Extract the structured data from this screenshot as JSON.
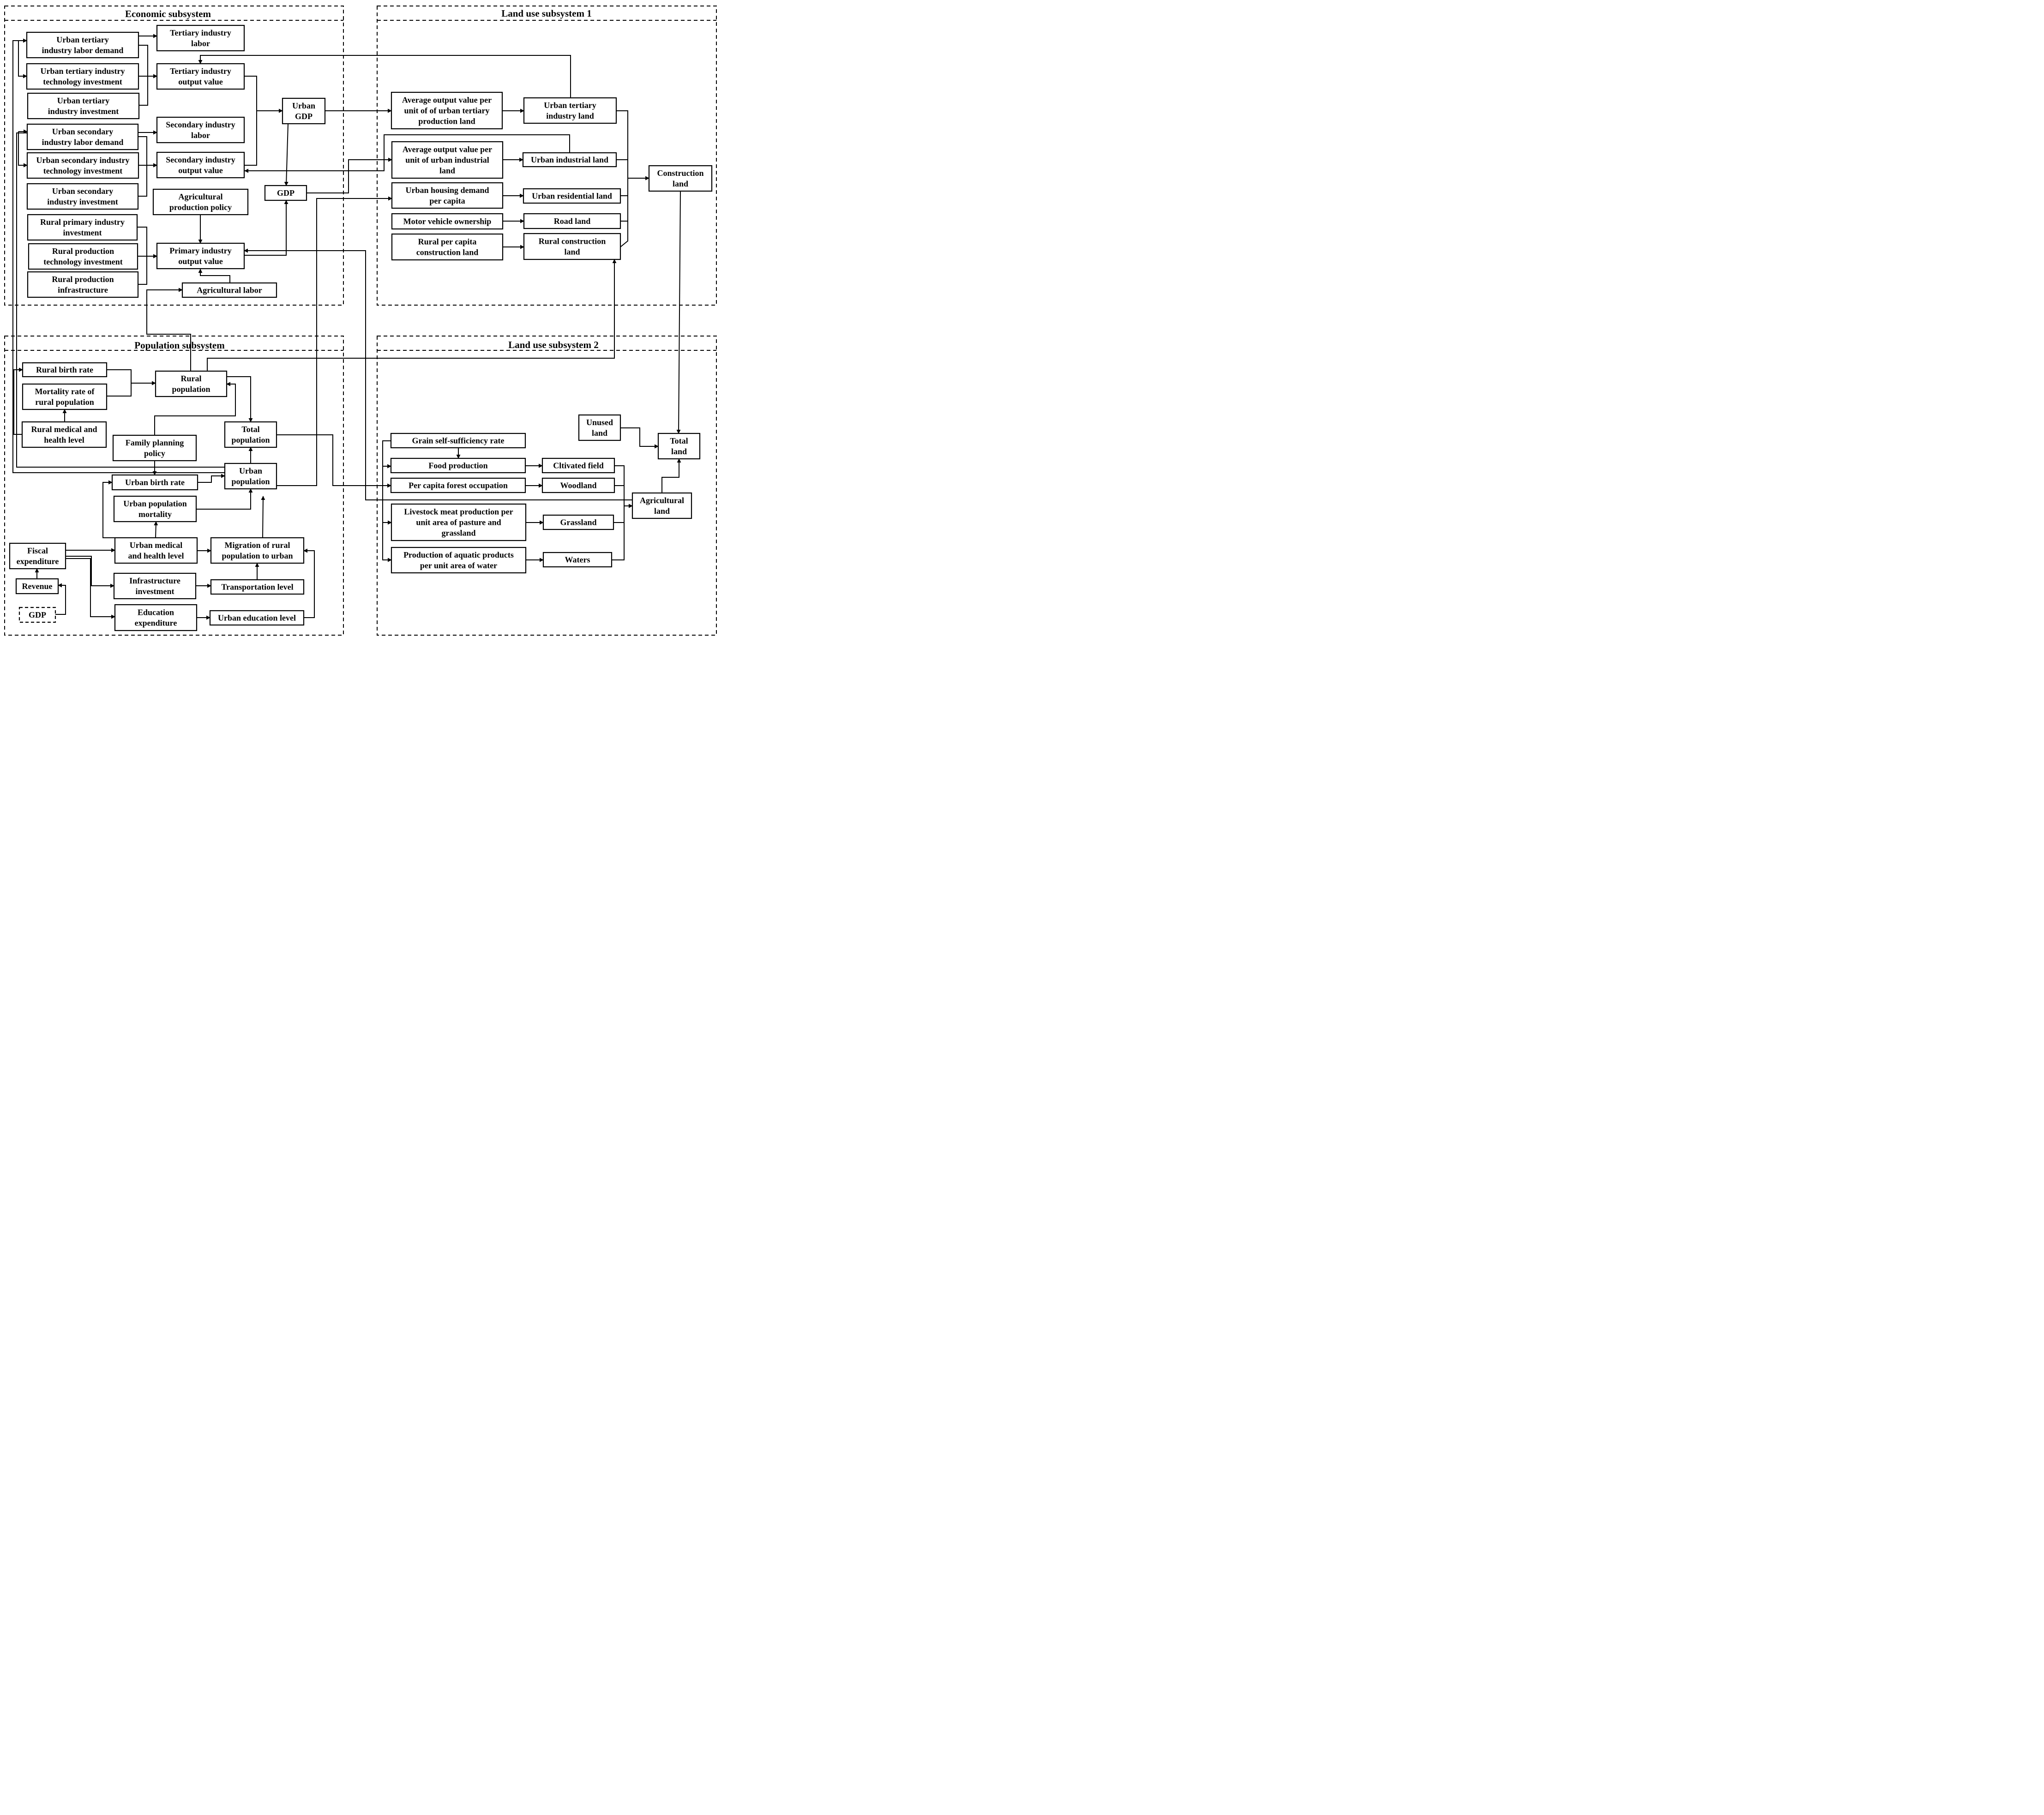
{
  "subsystems": {
    "economic": "Economic subsystem",
    "land1": "Land use subsystem 1",
    "population": "Population subsystem",
    "land2": "Land use subsystem 2"
  },
  "nodes": {
    "ut_labor_demand": [
      "Urban tertiary",
      "industry labor demand"
    ],
    "ut_tech": [
      "Urban tertiary industry",
      "technology investment"
    ],
    "ut_invest": [
      "Urban tertiary",
      "industry investment"
    ],
    "us_labor_demand": [
      "Urban secondary",
      "industry labor demand"
    ],
    "us_tech": [
      "Urban secondary industry",
      "technology investment"
    ],
    "us_invest": [
      "Urban secondary",
      "industry investment"
    ],
    "rp_invest": [
      "Rural primary industry",
      "investment"
    ],
    "r_prod_tech": [
      "Rural production",
      "technology investment"
    ],
    "r_prod_infra": [
      "Rural production",
      "infrastructure"
    ],
    "tert_labor": [
      "Tertiary industry",
      "labor"
    ],
    "tert_output": [
      "Tertiary industry",
      "output value"
    ],
    "sec_labor": [
      "Secondary industry",
      "labor"
    ],
    "sec_output": [
      "Secondary industry",
      "output value"
    ],
    "agri_policy": [
      "Agricultural",
      "production policy"
    ],
    "prim_output": [
      "Primary industry",
      "output value"
    ],
    "agri_labor": [
      "Agricultural labor"
    ],
    "urban_gdp": [
      "Urban",
      "GDP"
    ],
    "gdp": [
      "GDP"
    ],
    "avg_tert": [
      "Average output value  per",
      "unit of of urban tertiary",
      "production land"
    ],
    "avg_ind": [
      "Average output value per",
      "unit of urban industrial",
      "land"
    ],
    "housing": [
      "Urban housing demand",
      "per capita"
    ],
    "motor": [
      "Motor vehicle ownership"
    ],
    "rural_pc_cons": [
      "Rural per capita",
      "construction land"
    ],
    "ut_land": [
      "Urban tertiary",
      "industry land"
    ],
    "ind_land": [
      "Urban industrial land"
    ],
    "res_land": [
      "Urban residential land"
    ],
    "road_land": [
      "Road land"
    ],
    "rural_cons_land": [
      "Rural construction",
      "land"
    ],
    "cons_land": [
      "Construction",
      "land"
    ],
    "rural_birth": [
      "Rural birth rate"
    ],
    "rural_mort": [
      "Mortality rate of",
      "rural population"
    ],
    "rural_med": [
      "Rural medical and",
      "health level"
    ],
    "rural_pop": [
      "Rural",
      "population"
    ],
    "family_plan": [
      "Family planning",
      "policy"
    ],
    "total_pop": [
      "Total",
      "population"
    ],
    "urban_pop": [
      "Urban",
      "population"
    ],
    "urban_birth": [
      "Urban birth rate"
    ],
    "urban_mort": [
      "Urban population",
      "mortality"
    ],
    "urban_med": [
      "Urban medical",
      "and health level"
    ],
    "migration": [
      "Migration of rural",
      "population to urban"
    ],
    "fiscal": [
      "Fiscal",
      "expenditure"
    ],
    "revenue": [
      "Revenue"
    ],
    "gdp_pop": [
      "GDP"
    ],
    "infra_invest": [
      "Infrastructure",
      "investment"
    ],
    "transport": [
      "Transportation level"
    ],
    "edu_exp": [
      "Education",
      "expenditure"
    ],
    "urban_edu": [
      "Urban education level"
    ],
    "grain": [
      "Grain self-sufficiency rate"
    ],
    "food": [
      "Food production"
    ],
    "forest": [
      "Per capita forest occupation"
    ],
    "livestock": [
      "Livestock meat production per",
      "unit area of pasture and",
      "grassland"
    ],
    "aquatic": [
      "Production of aquatic products",
      "per unit area of water"
    ],
    "cultivated": [
      "Cltivated field"
    ],
    "woodland": [
      "Woodland"
    ],
    "grassland": [
      "Grassland"
    ],
    "waters": [
      "Waters"
    ],
    "unused": [
      "Unused",
      "land"
    ],
    "total_land": [
      "Total",
      "land"
    ],
    "agri_land": [
      "Agricultural",
      "land"
    ]
  }
}
